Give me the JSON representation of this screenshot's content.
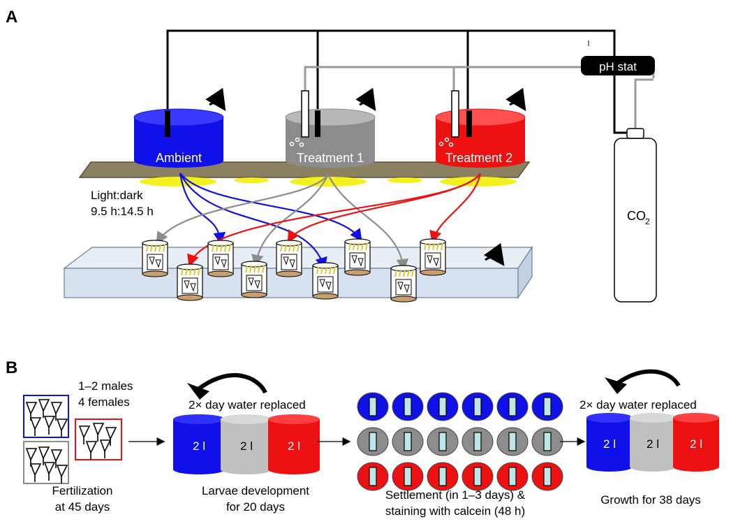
{
  "panel_a": {
    "label": "A",
    "ph_stat": "pH stat",
    "tanks": [
      {
        "name": "Ambient",
        "color": "#1010e8"
      },
      {
        "name": "Treatment 1",
        "color": "#8c8c8c"
      },
      {
        "name": "Treatment 2",
        "color": "#ee1111"
      }
    ],
    "light_line1": "Light:dark",
    "light_line2": "9.5 h:14.5 h",
    "co2_main": "CO",
    "co2_sub": "2"
  },
  "panel_b": {
    "label": "B",
    "males": "1–2 males",
    "females": "4 females",
    "fert_line1": "Fertilization",
    "fert_line2": "at 45 days",
    "water1": "2× day water replaced",
    "water2": "2× day water replaced",
    "tank_volume": "2 l",
    "larvae_line1": "Larvae development",
    "larvae_line2": "for 20 days",
    "settle_line1": "Settlement (in 1–3 days) &",
    "settle_line2": "staining with calcein (48 h)",
    "growth": "Growth for 38 days"
  },
  "colors": {
    "ambient": "#1010e8",
    "treatment1": "#8c8c8c",
    "treatment2": "#ee1111",
    "shelf": "#8b8060",
    "light": "#f5f020",
    "table": "#d6e2f0"
  }
}
